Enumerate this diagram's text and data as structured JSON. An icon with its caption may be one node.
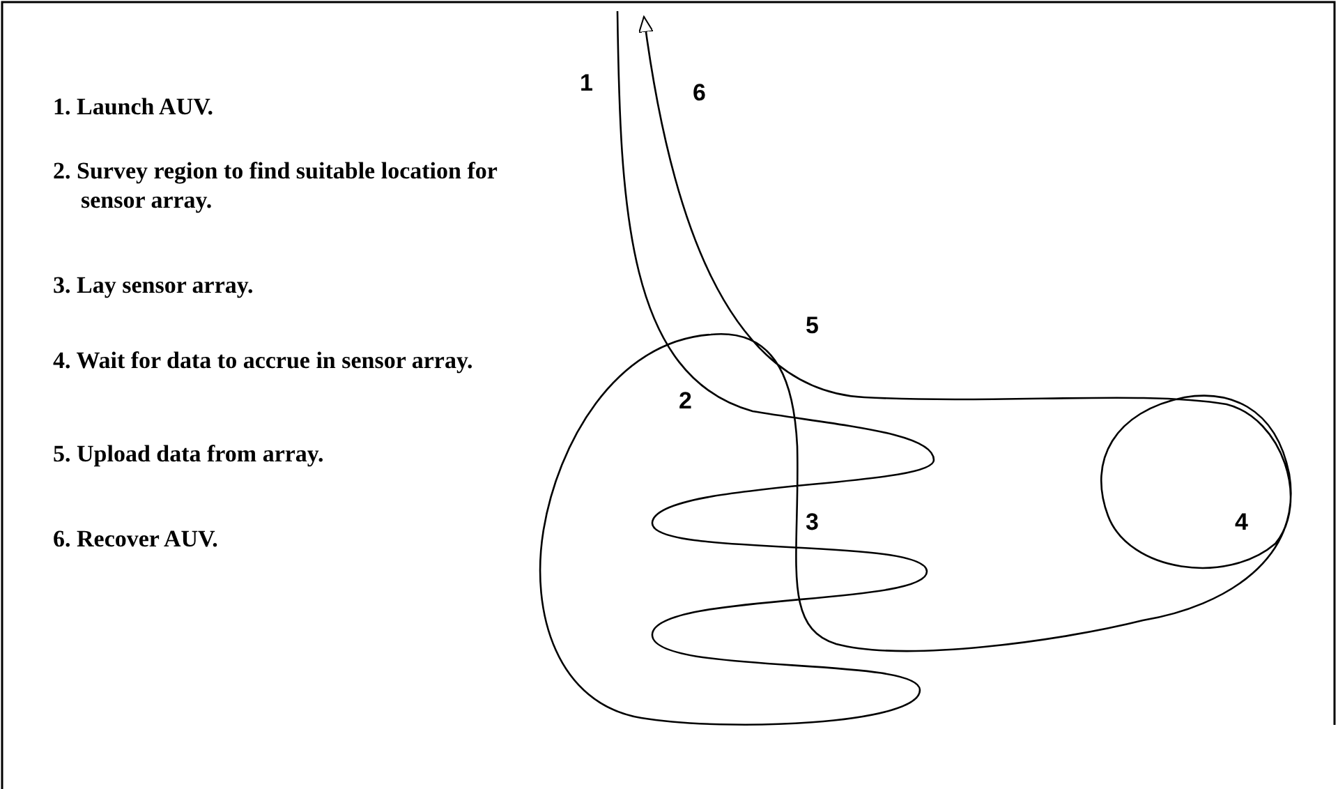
{
  "diagram": {
    "labels": [
      "1.  Launch AUV.",
      "2.  Survey region to find suitable location for sensor array.",
      "3.  Lay sensor array.",
      "4.  Wait for data to accrue in sensor array.",
      "5.  Upload data from array.",
      "6.  Recover AUV.",
      "1",
      "6",
      "5",
      "2",
      "3",
      "4"
    ]
  }
}
